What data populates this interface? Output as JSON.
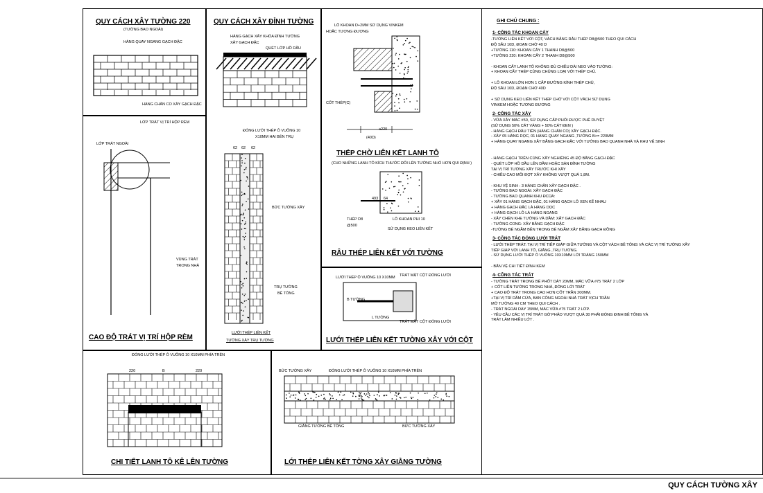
{
  "drawing_title": "QUY CÁCH TƯỜNG XÂY",
  "panels": {
    "wall220": {
      "title": "QUY CÁCH XÂY TƯỜNG 220",
      "subtitle": "(TƯỜNG BAO NGOÀI)",
      "label_top": "HÀNG QUAY NGANG GẠCH ĐẶC",
      "label_bottom": "HÀNG CHÂN CO XÂY GẠCH ĐẶC"
    },
    "wallTop": {
      "title": "QUY CÁCH XÂY ĐỈNH TƯỜNG",
      "label1": "HÀNG GẠCH XÂY KHÓA ĐỈNH TƯỜNG",
      "label2": "XÂY GẠCH ĐẶC",
      "label3": "QUÉT LỚP HỒ DẦU"
    },
    "lintelAnchor": {
      "label1": "LỖ KHOAN D+2MM SỬ DỤNG VINKEM",
      "label2": "HOẶC TƯƠNG ĐƯƠNG",
      "label3": "CỐT THÉP(C)",
      "dim1": "≥220",
      "dim2": "(40D)",
      "title": "THÉP CHỜ LIÊN KẾT LANH TÔ",
      "subtitle": "(CHO NHỮNG LANH TÔ KÍCH THƯỚC ĐỐI LÊN TƯỜNG NHỎ HƠN QUI ĐỊNH )"
    },
    "rebarWall": {
      "dim1": "493",
      "dim2": "64",
      "label1": "THÉP D8",
      "label2": "@500",
      "label3": "LỖ KHOAN PHI 10",
      "label4": "SỬ DỤNG KEO LIÊN KẾT",
      "title": "RÂU THÉP LIÊN KẾT VỚI TƯỜNG"
    },
    "plaster": {
      "label1": "LỚP TRÁT VỊ TRÍ HỘP RÈM",
      "label2": "LỚP TRÁT NGOÀI",
      "label3": "VÙNG TRÁT",
      "label4": "TRONG NHÀ",
      "title": "CAO ĐỘ TRÁT VỊ TRÍ HỘP RÈM"
    },
    "meshWall": {
      "label1": "ĐÓNG LƯỚI THÉP Ô VUÔNG 10",
      "label2": "X10MM HAI BÊN TRỤ",
      "dims": [
        "62",
        "62",
        "62"
      ],
      "label3": "BỨC TƯỜNG XÂY",
      "label4": "TRỤ TƯỜNG",
      "label5": "BÊ TÔNG",
      "caption1": "LƯỚI THÉP LIÊN KẾT",
      "caption2": "TƯỜNG XÂY TRỤ TƯỜNG"
    },
    "meshColumn": {
      "label1": "LƯỚI THÉP Ô VUÔNG 10 X10MM",
      "label2": "TRÁT MẶT CỘT ĐÓNG LƯỚI",
      "label3": "B TƯỜNG",
      "label4": "L TƯỜNG",
      "label5": "TRÁT MẶT CỘT ĐÓNG LƯỚI",
      "title": "LƯỚI THÉP LIÊN KẾT TƯỜNG XÂY VỚI CỘT"
    },
    "lintelWall": {
      "label1": "ĐÓNG LƯỚI THÉP Ô VUÔNG 10 X10MM PHÍA TRÊN",
      "dims": [
        "220",
        "B",
        "220"
      ],
      "title": "CHI TIẾT LANH TÔ KÊ LÊN TƯỜNG"
    },
    "beamWall": {
      "label1": "BỨC TƯỜNG XÂY",
      "label2": "ĐÓNG LƯỚI THÉP Ô VUÔNG 10 X10MM PHÍA TRÊN",
      "label3": "GIẰNG TƯỜNG BÊ TÔNG",
      "label4": "BỨC TƯỜNG XÂY",
      "title": "LỚI THÉP LIÊN KẾT TỜNG XÂY GIẰNG TƯỜNG"
    }
  },
  "notes": {
    "heading": "GHI CHÚ CHUNG :",
    "sections": [
      {
        "title": "1- CÔNG TÁC KHOAN CẤY",
        "lines": [
          "-TƯỜNG LIÊN KẾT VỚI CỘT, VÁCH BẰNG RÂU THÉP D8@500 THEO QUI CÁCH",
          "  ĐỘ SÂU 10D, ĐOẠN CHỜ 40 D",
          "+TƯỜNG 110: KHOAN CẤY 1 THANH D8@500",
          "+TƯỜNG 220: KHOAN CẤY 2 THANH D8@500",
          "",
          "- KHOAN CẤY LANH TÔ KHÔNG ĐỦ CHIỀU DÀI NEO VÀO TƯỜNG:",
          "+ KHOAN CẤY THÉP CÙNG CHỦNG LOẠI VỚI THÉP CHỦ.",
          "",
          "+ LỖ KHOAN LỚN HƠN 1 CẤP ĐƯỜNG KÍNH THÉP CHỦ,",
          "  ĐỘ SÂU 10D, ĐOẠN CHỜ 40D",
          "",
          "+ SỬ DỤNG KEO LIÊN KẾT THÉP CHỜ VỚI CỘT VÁCH SỬ DỤNG",
          "  VINKEM HOẶC TƯƠNG ĐƯƠNG"
        ]
      },
      {
        "title": "2- CÔNG TÁC XÂY",
        "lines": [
          "- VỮA XÂY MÁC #50, SỬ DỤNG CẤP PHỐI ĐƯỢC PHÊ DUYỆT",
          "  (SỬ DỤNG 50% CÁT VÀNG + 50% CÁT ĐEN )",
          "- HÀNG GẠCH ĐẦU TIÊN (HÀNG CHÂN CO) XÂY GẠCH ĐẶC.",
          "- XÂY 05 HÀNG DỌC, 01 HÀNG QUAY NGANG ,TƯỜNG B>= 220MM",
          "+ HÀNG QUAY NGANG XÂY BẰNG GẠCH ĐẶC VỚI TƯỜNG BAO QUANH NHÀ VÀ KHU VỆ SINH",
          "",
          "",
          "- HÀNG GẠCH TRÊN CÙNG XÂY NGHIÊNG 45 ĐỘ BẰNG GẠCH ĐẶC",
          "- QUÉT LỚP HỒ DẦU LÊN DẦM HOẶC SÀN ĐỈNH TƯỜNG",
          "  TẠI VỊ TRÍ TƯỜNG XÂY TRƯỚC KHI XÂY",
          "- CHIỀU CAO MỖI ĐỢT XÂY KHÔNG VƯỢT QUÁ 1,8M.",
          "",
          "- KHU VỆ SINH : 3 HÀNG CHÂN XÂY GẠCH ĐẶC .",
          "- TƯỜNG BAO NGOÀI: XÂY GẠCH ĐẶC",
          "- TƯỜNG BAO QUANH KHU ĐCỦA:",
          "   + XÂY 01 HÀNG GẠCH ĐẶC, 01 HÀNG GẠCH LỖ XEN KẼ NHAU",
          "   + HÀNG GẠCH ĐẶC LÀ HÀNG DỌC",
          "   + HÀNG GẠCH LỖ LÀ HÀNG NGANG",
          "- XÂY CHÈN KHE TƯỜNG VÀ DẦM: XÂY GẠCH ĐẶC",
          "- TƯỜNG CONG: XÂY BẰNG GẠCH ĐẶC",
          "-TƯỜNG BỂ NGẦM BÊN TRONG BỂ NGẦM XÂY BẰNG GẠCH ĐỒNG"
        ]
      },
      {
        "title": "3- CÔNG TÁC ĐÓNG LƯỚI TRÁT",
        "lines": [
          "- LƯỚI THÉP TRÁT: TẠI VỊ TRÍ TIẾP GIÁP GIỮA TƯỜNG VÀ CỘT VÁCH BÊ TÔNG VÀ CÁC VỊ TRÍ TƯỜNG XÂY",
          "  TIẾP GIÁP VỚI LANH TÔ, GIẰNG ,TRỤ TƯỜNG.",
          "- SỬ DỤNG LƯỚI THÉP Ô VUÔNG 10X10MM LỚI TRÁNG 150MM",
          "",
          "- BẮN VỆ CHI TIẾT ĐÍNH KÈM"
        ]
      },
      {
        "title": "4- CÔNG TÁC TRÁT",
        "lines": [
          "- TƯỜNG TRÁT TRONG BỂ PHỐT DÀY 20MM, MÁC VỮA #75 TRÁT 2 LỚP",
          "+ CỐT LIỀN TƯỜNG TRONG NHÀ, ĐÓNG LỚI TRÁT",
          "+ CAO ĐỘ TRÁT TRONG CAO HƠN CỐT TRẦN 200MM.",
          "+TẠI VỊ TRÍ DẦM CỬA, BAN CÔNG NGOÀI NHÀ TRÁT VỊCH TRẦN",
          "  MỞ TƯỜNG 40 CM THEO QUI CÁCH .",
          "- TRÁT NGOÀI DÀY 15MM, MÁC VỮA #75 TRÁT 2 LỚP.",
          "- YÊU CẦU CÁC VỊ TRÍ TRÁT GỜ PHẢO VƯỢT QUÁ 30 PHẢI ĐÓNG ĐINH BÊ TÔNG VÀ",
          "  TRÁT LÀM NHIỀU LỚT ."
        ]
      }
    ]
  }
}
